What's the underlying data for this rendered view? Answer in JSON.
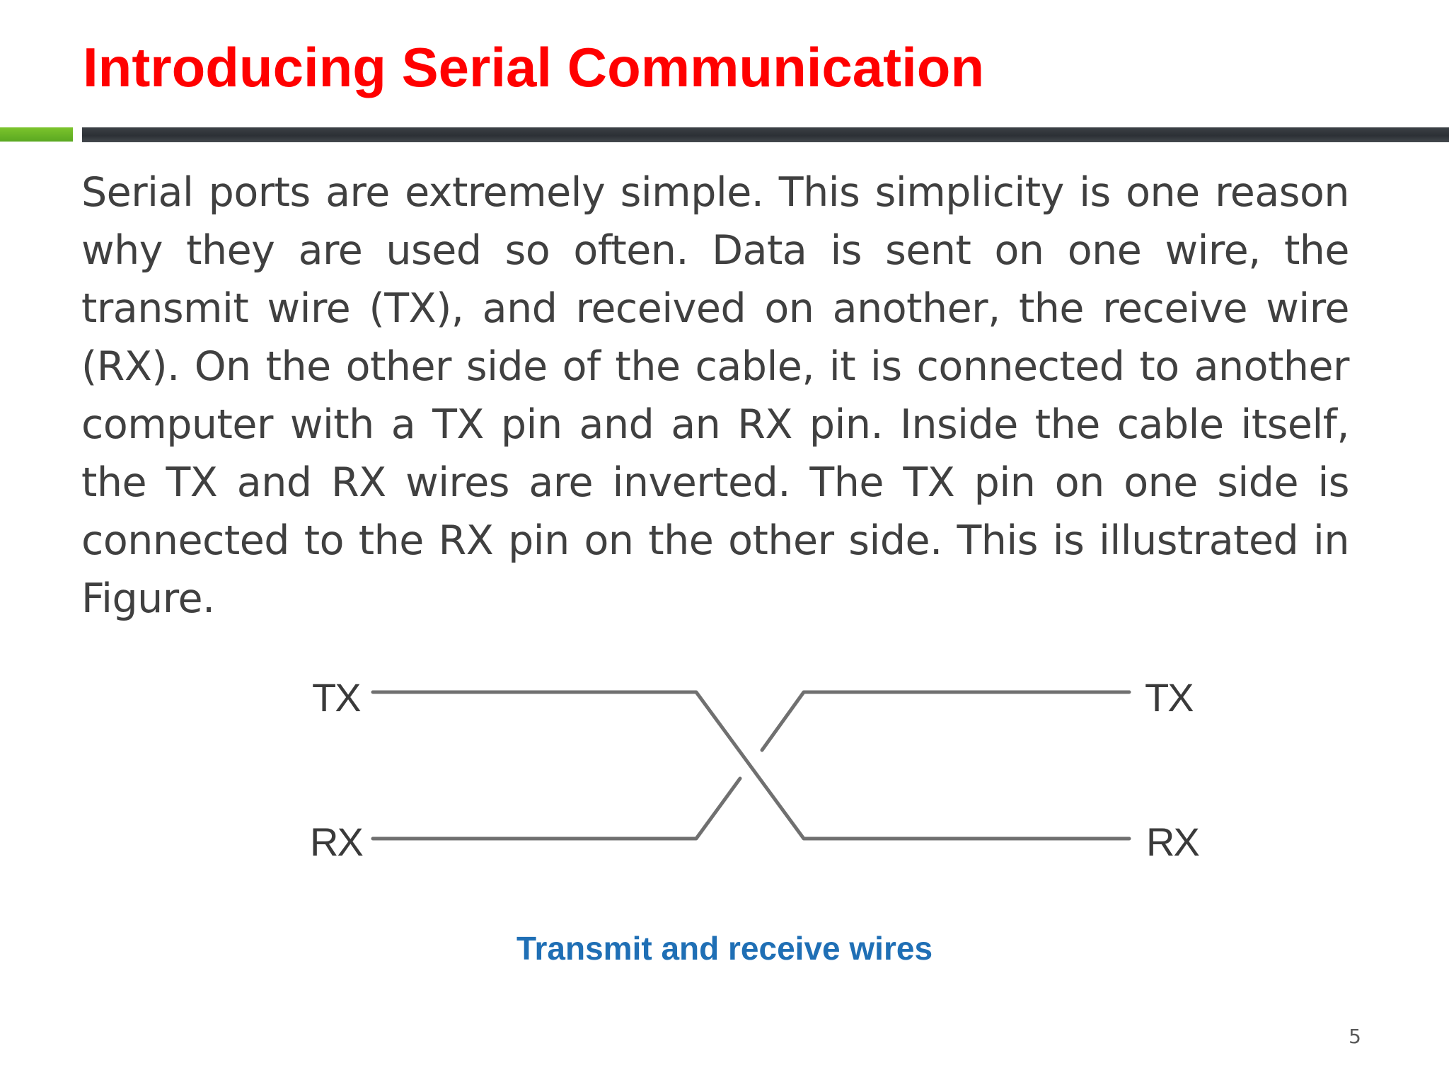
{
  "slide": {
    "title": "Introducing Serial Communication",
    "body": "Serial ports are extremely simple. This simplicity is one reason why they are used so often. Data is sent on one wire, the transmit wire (TX), and received on another, the receive wire (RX). On the other side of the cable, it is connected to another computer with a TX pin and an RX pin. Inside the cable itself, the TX and RX wires are inverted. The TX pin on one side is connected to the RX pin on the other side. This is illustrated in Figure.",
    "page_number": "5"
  },
  "figure": {
    "left_tx_label": "TX",
    "left_rx_label": "RX",
    "right_tx_label": "TX",
    "right_rx_label": "RX",
    "caption": "Transmit and receive wires",
    "colors": {
      "wire": "#707070",
      "label": "#3a3a3a",
      "caption": "#1f6fb5"
    }
  },
  "colors": {
    "title": "#ff0000",
    "body_text": "#404040",
    "accent_green": "#6ab72a",
    "accent_dark": "#33373b"
  }
}
